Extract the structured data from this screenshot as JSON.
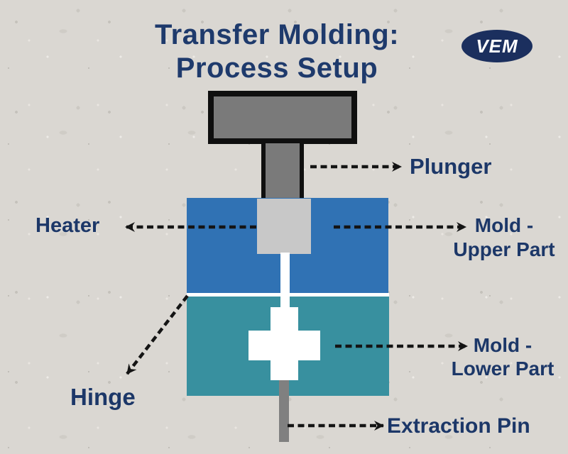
{
  "title": {
    "line1": "Transfer Molding:",
    "line2": "Process Setup"
  },
  "logo": {
    "text": "VEM"
  },
  "labels": {
    "plunger": "Plunger",
    "heater": "Heater",
    "mold_upper": [
      "Mold -",
      "Upper Part"
    ],
    "mold_lower": [
      "Mold -",
      "Lower Part"
    ],
    "hinge": "Hinge",
    "extraction_pin": "Extraction Pin"
  },
  "colors": {
    "background": "#dad7d2",
    "title_text": "#1e3a6c",
    "label_text": "#1c3768",
    "plunger_gray": "#7a7a7a",
    "plunger_outline": "#0f0f0f",
    "mold_upper_blue": "#3072b4",
    "mold_lower_teal": "#38909f",
    "heater_gray": "#c8c8c8",
    "extraction_pin_gray": "#808080",
    "cavity_white": "#ffffff",
    "logo_navy": "#1b2f5e",
    "arrow_black": "#141414"
  }
}
